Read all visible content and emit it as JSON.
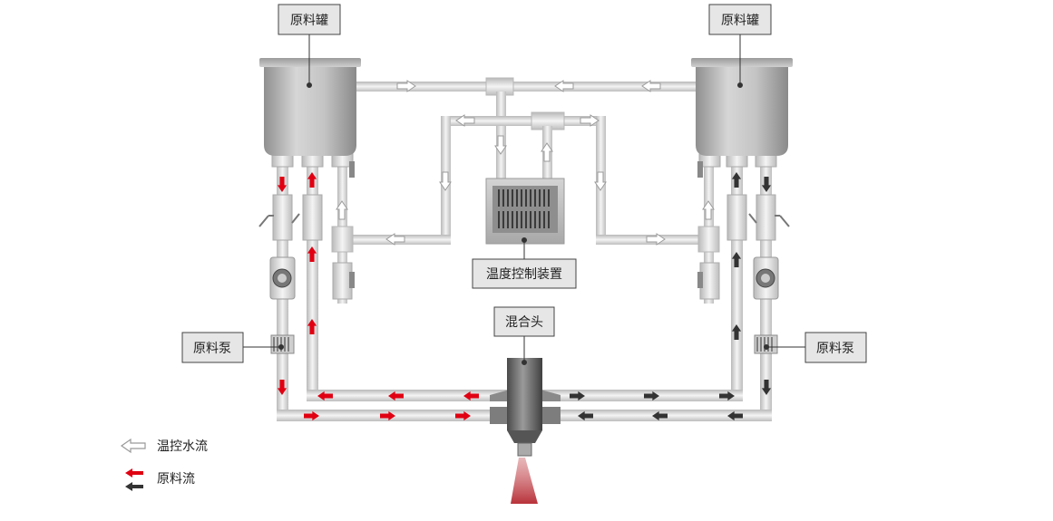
{
  "labels": {
    "tank_left": "原料罐",
    "tank_right": "原料罐",
    "temp_control": "温度控制装置",
    "mix_head": "混合头",
    "pump_left": "原料泵",
    "pump_right": "原料泵"
  },
  "legend": {
    "water_flow": "温控水流",
    "material_flow": "原料流"
  },
  "colors": {
    "pipe": "#dcdcdc",
    "pipe_edge": "#b4b4b4",
    "tank": "#b8b8b8",
    "material_arrow_red": "#e00012",
    "material_arrow_dark": "#333333",
    "label_box": "#e6e6e6",
    "spray": "#c0555a"
  },
  "icons": [
    "water-flow-arrow-icon",
    "material-flow-arrow-icon",
    "valve-icon",
    "pump-icon"
  ]
}
